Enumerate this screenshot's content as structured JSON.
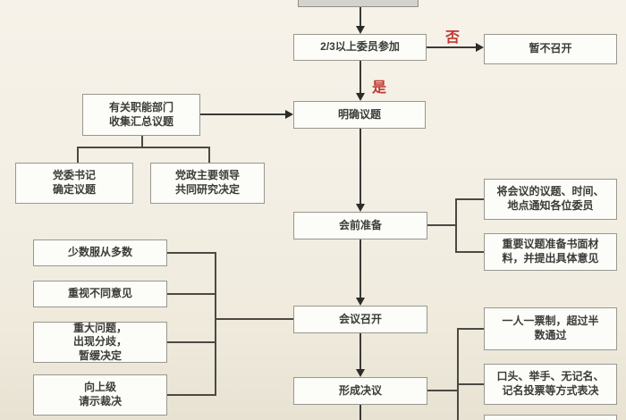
{
  "diagram": {
    "title_semantic": "committee-meeting-decision-flowchart",
    "decision_labels": {
      "no": "否",
      "yes": "是"
    },
    "nodes": {
      "top_partial": "",
      "attend": "2/3以上委员参加",
      "postpone": "暂不召开",
      "clarify": "明确议题",
      "collect": "有关职能部门\n收集汇总议题",
      "secretary": "党委书记\n确定议题",
      "leaders": "党政主要领导\n共同研究决定",
      "prep": "会前准备",
      "notify": "将会议的议题、时间、\n地点通知各位委员",
      "materials": "重要议题准备书面材\n料，并提出具体意见",
      "open": "会议召开",
      "minority": "少数服从多数",
      "respect": "重视不同意见",
      "major": "重大问题，\n出现分歧，\n暂缓决定",
      "appeal": "向上级\n请示裁决",
      "resolution": "形成决议",
      "vote_rule": "一人一票制，超过半\n数通过",
      "vote_method": "口头、举手、无记名、\n记名投票等方式表决",
      "bottom_partial": ""
    },
    "colors": {
      "background_top": "#f6f2e9",
      "background_bottom": "#e7e2d2",
      "box_background": "#fcfcf8",
      "box_border": "#98978f",
      "line": "#3a3a36",
      "decision_label": "#bf3a32",
      "top_box_fill": "#d3d2cd"
    }
  }
}
